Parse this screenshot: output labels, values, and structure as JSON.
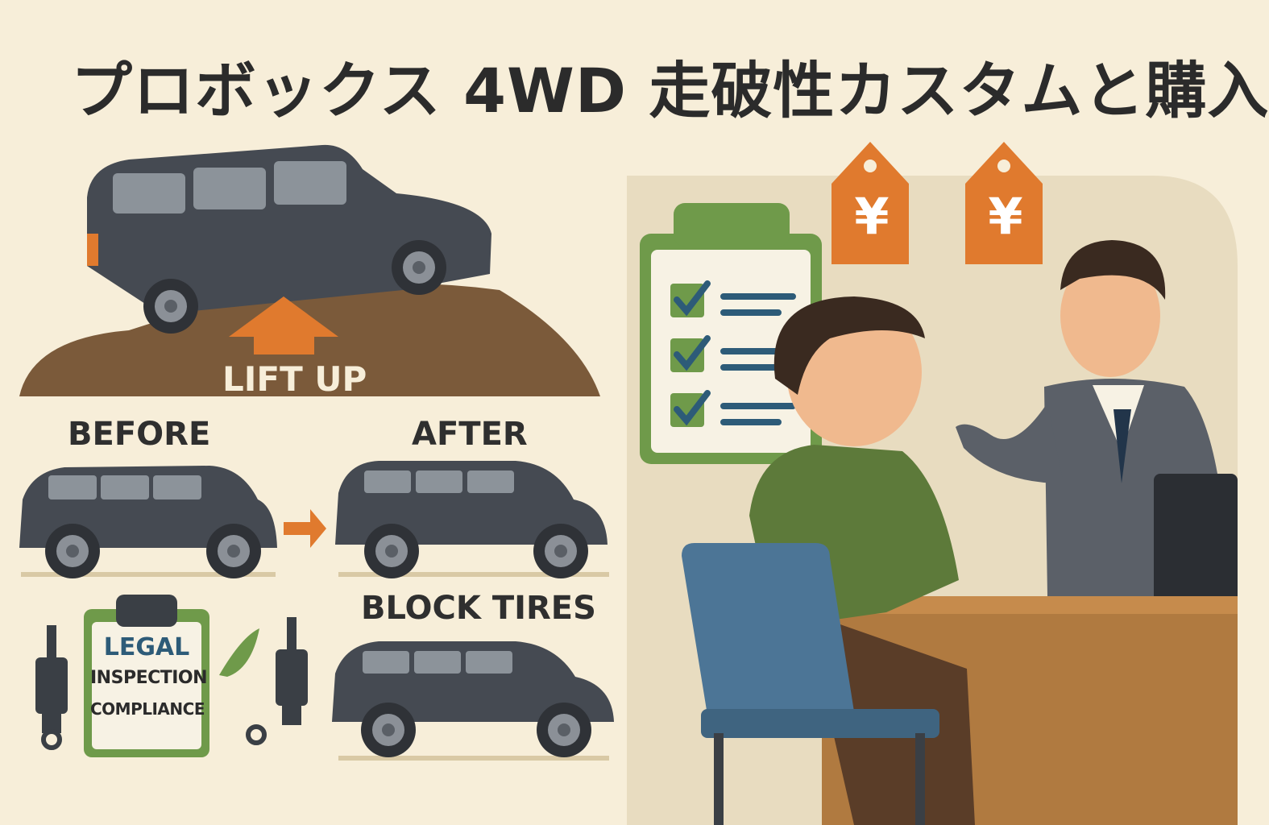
{
  "title": "プロボックス 4WD 走破性カスタムと購入",
  "labels": {
    "lift_up": "LIFT UP",
    "before": "BEFORE",
    "after": "AFTER",
    "block_tires": "BLOCK TIRES"
  },
  "legal_board": {
    "line1": "LEGAL",
    "line2": "INSPECTION",
    "line3": "COMPLIANCE"
  },
  "price_tags": [
    "¥",
    "¥"
  ],
  "colors": {
    "background": "#f7eed9",
    "car_body": "#454a52",
    "hill": "#7b5a3a",
    "accent_orange": "#e07a2e",
    "clipboard_green": "#6f9a4a",
    "check_blue": "#2d5b78"
  }
}
